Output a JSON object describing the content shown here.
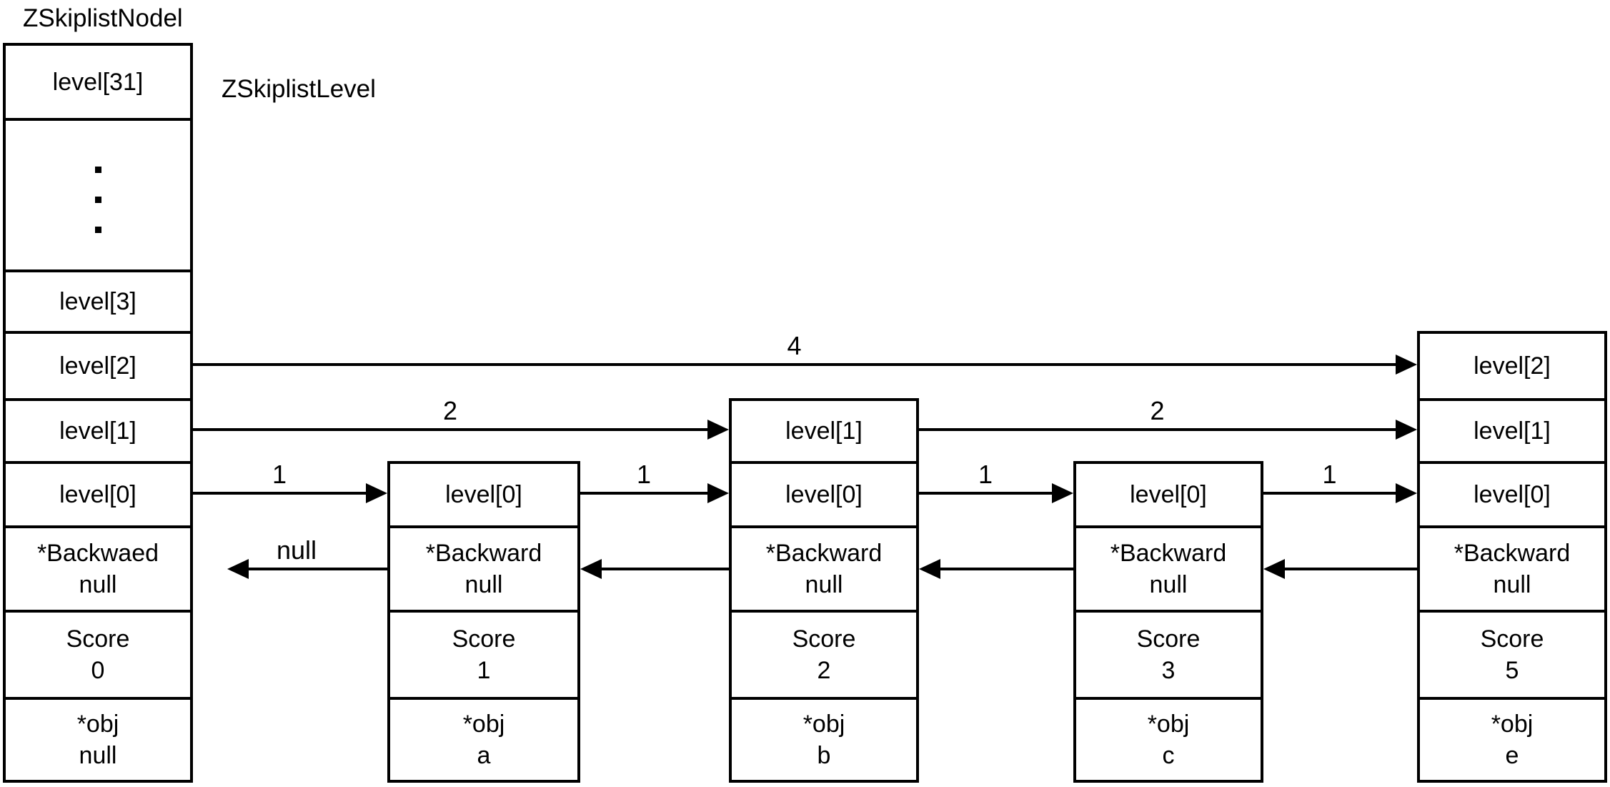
{
  "title": "ZSkiplistNodel",
  "sublabel": "ZSkiplistLevel",
  "colors": {
    "ink": "#000000",
    "background": "#ffffff"
  },
  "nodes": [
    {
      "id": "header-node",
      "cells": [
        {
          "t": "level[31]"
        },
        {
          "t": "dots"
        },
        {
          "t": "level[3]"
        },
        {
          "t": "level[2]"
        },
        {
          "t": "level[1]"
        },
        {
          "t": "level[0]"
        },
        {
          "t": "*Backwaed",
          "v": "null"
        },
        {
          "t": "Score",
          "v": "0"
        },
        {
          "t": "*obj",
          "v": "null"
        }
      ]
    },
    {
      "id": "node-a",
      "cells": [
        {
          "t": "level[0]"
        },
        {
          "t": "*Backward",
          "v": "null"
        },
        {
          "t": "Score",
          "v": "1"
        },
        {
          "t": "*obj",
          "v": "a"
        }
      ]
    },
    {
      "id": "node-b",
      "cells": [
        {
          "t": "level[1]"
        },
        {
          "t": "level[0]"
        },
        {
          "t": "*Backward",
          "v": "null"
        },
        {
          "t": "Score",
          "v": "2"
        },
        {
          "t": "*obj",
          "v": "b"
        }
      ]
    },
    {
      "id": "node-c",
      "cells": [
        {
          "t": "level[0]"
        },
        {
          "t": "*Backward",
          "v": "null"
        },
        {
          "t": "Score",
          "v": "3"
        },
        {
          "t": "*obj",
          "v": "c"
        }
      ]
    },
    {
      "id": "node-e",
      "cells": [
        {
          "t": "level[2]"
        },
        {
          "t": "level[1]"
        },
        {
          "t": "level[0]"
        },
        {
          "t": "*Backward",
          "v": "null"
        },
        {
          "t": "Score",
          "v": "5"
        },
        {
          "t": "*obj",
          "v": "e"
        }
      ]
    }
  ],
  "arrows": [
    {
      "label": "4",
      "dir": "forward",
      "from": "header-node",
      "to": "node-e",
      "row": "level[2]"
    },
    {
      "label": "2",
      "dir": "forward",
      "from": "header-node",
      "to": "node-b",
      "row": "level[1]"
    },
    {
      "label": "2",
      "dir": "forward",
      "from": "node-b",
      "to": "node-e",
      "row": "level[1]"
    },
    {
      "label": "1",
      "dir": "forward",
      "from": "header-node",
      "to": "node-a",
      "row": "level[0]"
    },
    {
      "label": "1",
      "dir": "forward",
      "from": "node-a",
      "to": "node-b",
      "row": "level[0]"
    },
    {
      "label": "1",
      "dir": "forward",
      "from": "node-b",
      "to": "node-c",
      "row": "level[0]"
    },
    {
      "label": "1",
      "dir": "forward",
      "from": "node-c",
      "to": "node-e",
      "row": "level[0]"
    },
    {
      "label": "null",
      "dir": "backward",
      "from": "node-a",
      "to": null,
      "row": "backward"
    },
    {
      "label": "",
      "dir": "backward",
      "from": "node-b",
      "to": "node-a",
      "row": "backward"
    },
    {
      "label": "",
      "dir": "backward",
      "from": "node-c",
      "to": "node-b",
      "row": "backward"
    },
    {
      "label": "",
      "dir": "backward",
      "from": "node-e",
      "to": "node-c",
      "row": "backward"
    }
  ]
}
